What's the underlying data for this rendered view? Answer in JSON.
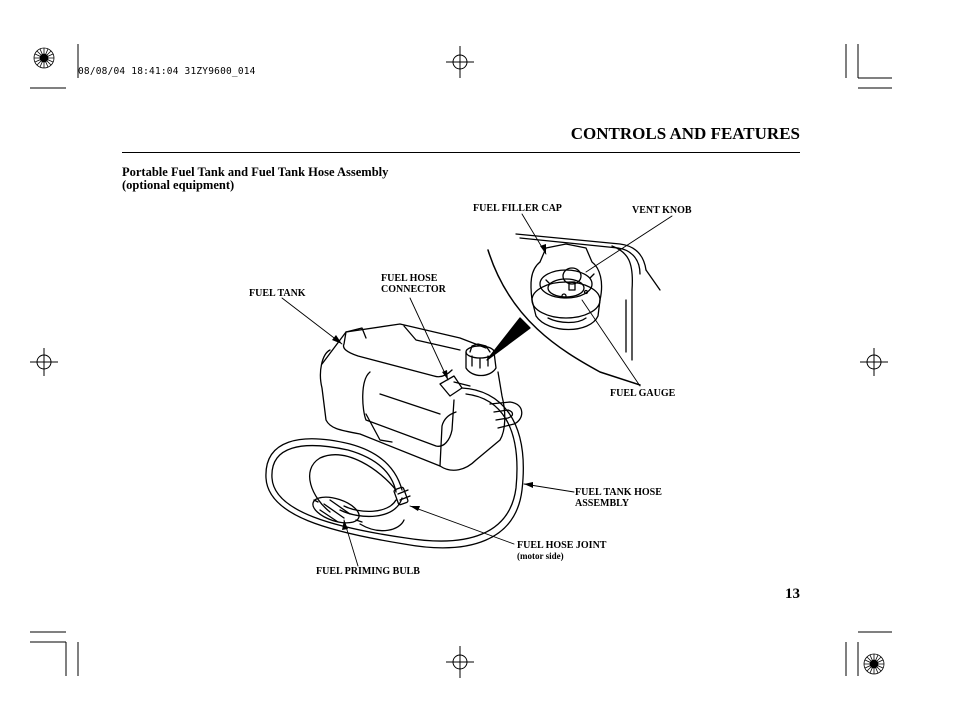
{
  "print_meta": "08/08/04 18:41:04 31ZY9600_014",
  "section_title": "CONTROLS AND FEATURES",
  "heading": {
    "line1": "Portable Fuel Tank and Fuel Tank Hose Assembly",
    "line2": "(optional equipment)"
  },
  "labels": {
    "fuel_filler_cap": "FUEL FILLER CAP",
    "vent_knob": "VENT KNOB",
    "fuel_tank": "FUEL TANK",
    "fuel_hose_connector_1": "FUEL HOSE",
    "fuel_hose_connector_2": "CONNECTOR",
    "fuel_gauge": "FUEL GAUGE",
    "fuel_tank_hose_assembly_1": "FUEL TANK HOSE",
    "fuel_tank_hose_assembly_2": "ASSEMBLY",
    "fuel_hose_joint": "FUEL HOSE JOINT",
    "fuel_hose_joint_sub": "(motor side)",
    "fuel_priming_bulb": "FUEL PRIMING BULB"
  },
  "page_number": "13"
}
